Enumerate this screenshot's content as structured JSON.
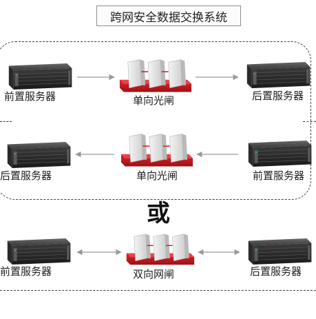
{
  "title": "跨网安全数据交换系统",
  "or_label": "或",
  "rows": [
    {
      "left_server": "前置服务器",
      "gateway": "单向光闸",
      "right_server": "后置服务器",
      "direction": "left-to-right"
    },
    {
      "left_server": "后置服务器",
      "gateway": "单向光闸",
      "right_server": "前置服务器",
      "direction": "right-to-left"
    },
    {
      "left_server": "前置服务器",
      "gateway": "双向网闸",
      "right_server": "后置服务器",
      "direction": "bidirectional"
    }
  ],
  "colors": {
    "gateway_red": "#c4161c",
    "server_body": "#2a2a2a",
    "arrow": "#9a9a9a"
  }
}
